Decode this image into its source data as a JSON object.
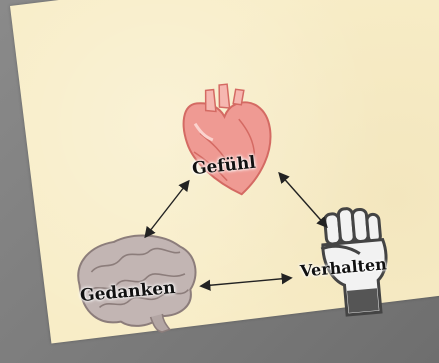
{
  "diagram": {
    "nodes": [
      {
        "id": "feeling",
        "label": "Gefühl",
        "icon": "heart-icon"
      },
      {
        "id": "thought",
        "label": "Gedanken",
        "icon": "brain-icon"
      },
      {
        "id": "behavior",
        "label": "Verhalten",
        "icon": "fist-icon"
      }
    ],
    "edges": [
      {
        "from": "feeling",
        "to": "thought",
        "direction": "both"
      },
      {
        "from": "feeling",
        "to": "behavior",
        "direction": "both"
      },
      {
        "from": "thought",
        "to": "behavior",
        "direction": "both"
      }
    ]
  },
  "colors": {
    "card": "#f8edc7",
    "background": "#7d7d7d",
    "heart": "#e8817c",
    "heart_light": "#f6b7b0",
    "brain": "#b7aaa8",
    "fist": "#4a4a4a",
    "arrow": "#222222"
  }
}
